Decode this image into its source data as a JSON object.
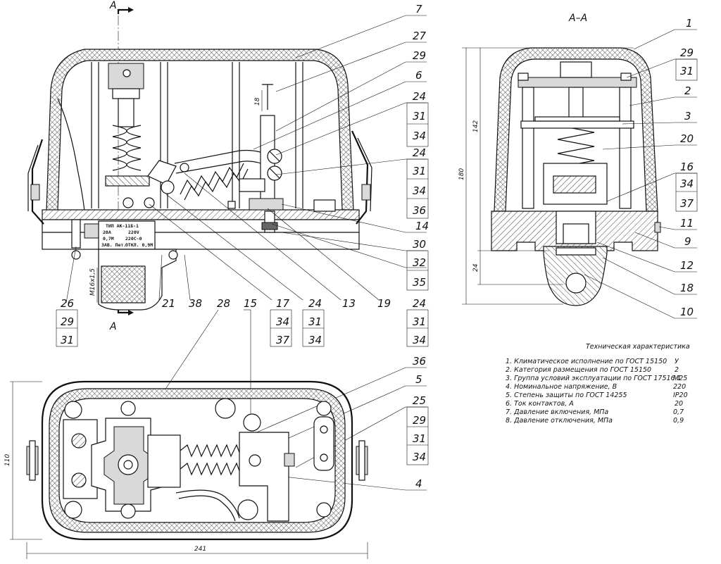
{
  "section_title": "А–А",
  "section_marks": {
    "top": "А",
    "bottom": "А"
  },
  "nameplate": {
    "line1": "ТИП АК-11Б-1",
    "line2a": "20А",
    "line2b": "220V",
    "line3a": "0,7М",
    "line3b": "220С~0",
    "line4a": "ЗАВ. Пет.",
    "line4b": "ОТКЛ. 0,9М"
  },
  "dimensions": {
    "thread": "М16х1,5",
    "height_total": "180",
    "height_upper": "142",
    "height_lower": "24",
    "width_plan": "110",
    "length_plan": "241",
    "stud": "18"
  },
  "callouts_main": {
    "c7": "7",
    "c27": "27",
    "c29": "29",
    "c6": "6",
    "c24a": "24",
    "c31a": "31",
    "c34a": "34",
    "c24b": "24",
    "c31b": "31",
    "c34b": "34",
    "c36a": "36",
    "c14": "14",
    "c30": "30",
    "c32": "32",
    "c35": "35",
    "c26": "26",
    "c29b": "29",
    "c31c": "31",
    "c21": "21",
    "c38": "38",
    "c28": "28",
    "c15": "15",
    "c17": "17",
    "c34c": "34",
    "c37a": "37",
    "c24c": "24",
    "c31d": "31",
    "c34d": "34",
    "c13": "13",
    "c19": "19",
    "c24d": "24",
    "c31e": "31",
    "c34e": "34",
    "c36b": "36",
    "c5": "5",
    "c25": "25",
    "c29c": "29",
    "c31f": "31",
    "c34f": "34",
    "c4": "4"
  },
  "callouts_section": {
    "s1": "1",
    "s29": "29",
    "s31": "31",
    "s2": "2",
    "s3": "3",
    "s20": "20",
    "s16": "16",
    "s34": "34",
    "s37": "37",
    "s11": "11",
    "s9": "9",
    "s12": "12",
    "s18": "18",
    "s10": "10"
  },
  "spec": {
    "title": "Техническая характеристика",
    "rows": [
      {
        "label": "1. Климатическое исполнение по ГОСТ 15150",
        "value": "У"
      },
      {
        "label": "2. Категория размещения по ГОСТ 15150",
        "value": "2"
      },
      {
        "label": "3. Группа условий эксплуатации по ГОСТ 17516.1",
        "value": "М25"
      },
      {
        "label": "4. Номинальное напряжение, В",
        "value": "220"
      },
      {
        "label": "5. Степень защиты по ГОСТ 14255",
        "value": "IP20"
      },
      {
        "label": "6. Ток контактов, А",
        "value": "20"
      },
      {
        "label": "7. Давление включения, МПа",
        "value": "0,7"
      },
      {
        "label": "8. Давление отключения, МПа",
        "value": "0,9"
      }
    ]
  }
}
